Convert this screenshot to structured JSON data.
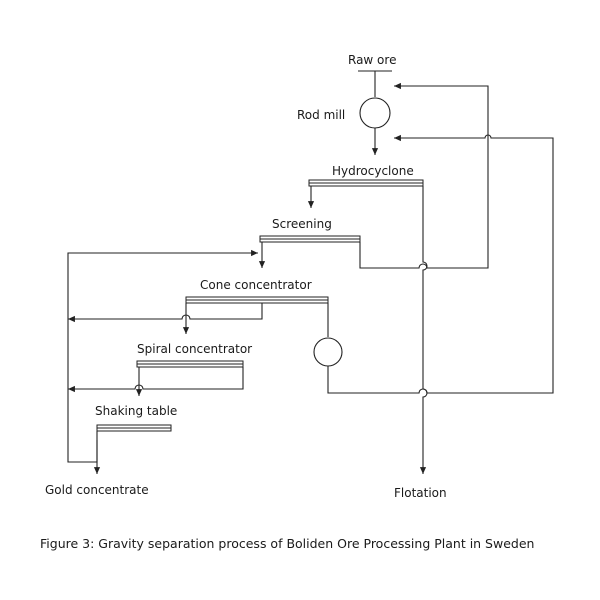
{
  "diagram": {
    "nodes": {
      "raw_ore": "Raw ore",
      "rod_mill": "Rod mill",
      "hydrocyclone": "Hydrocyclone",
      "screening": "Screening",
      "cone_concentrator": "Cone concentrator",
      "spiral_concentrator": "Spiral concentrator",
      "shaking_table": "Shaking table",
      "gold_concentrate": "Gold concentrate",
      "flotation": "Flotation"
    },
    "caption": "Figure 3: Gravity separation process of Boliden Ore Processing Plant in Sweden"
  }
}
